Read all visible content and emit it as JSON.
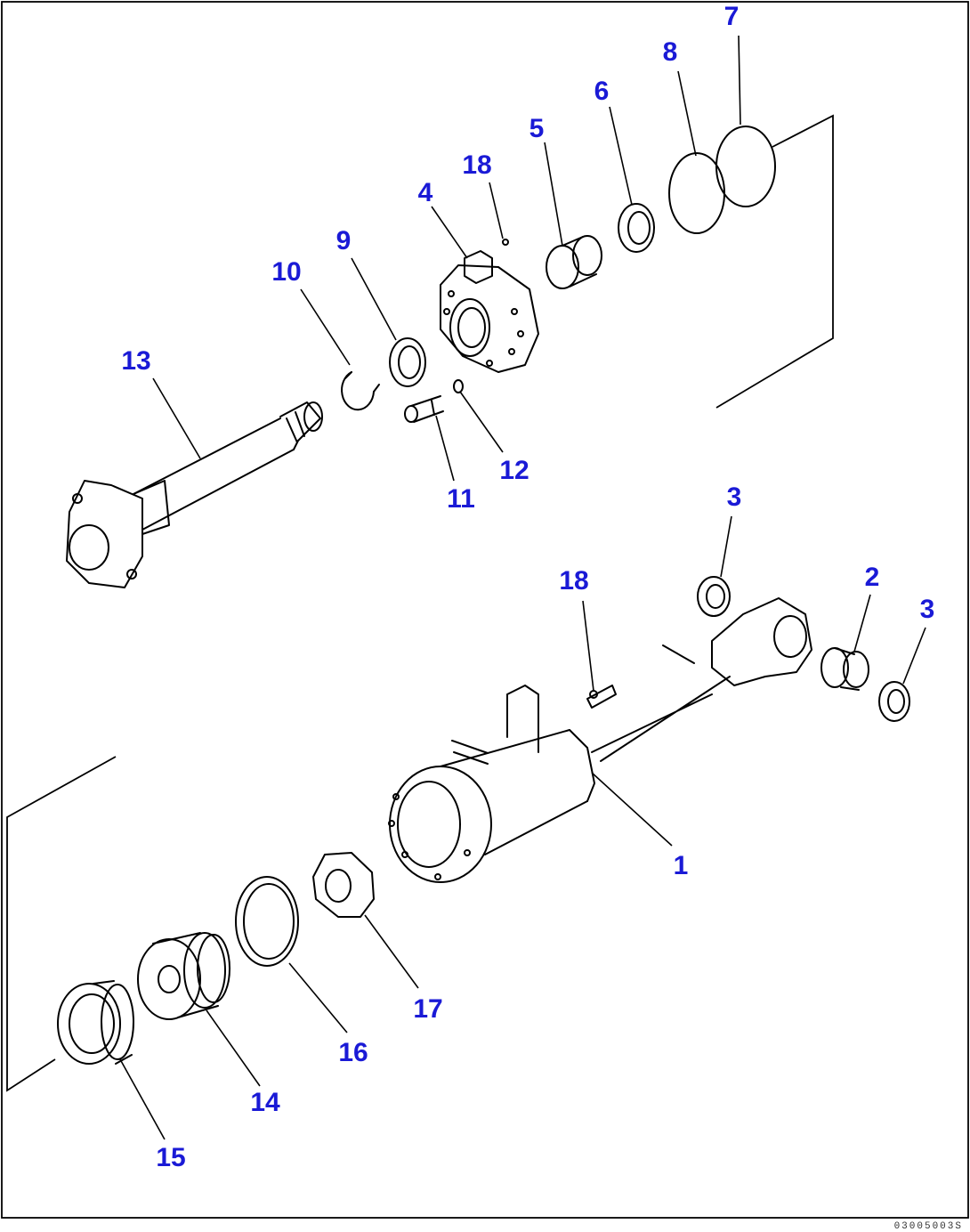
{
  "callouts": {
    "c1": "1",
    "c2": "2",
    "c3a": "3",
    "c3b": "3",
    "c4": "4",
    "c5": "5",
    "c6": "6",
    "c7": "7",
    "c8": "8",
    "c9": "9",
    "c10": "10",
    "c11": "11",
    "c12": "12",
    "c13": "13",
    "c14": "14",
    "c15": "15",
    "c16": "16",
    "c17": "17",
    "c18a": "18",
    "c18b": "18"
  },
  "drawing_code": "03005003S",
  "colors": {
    "callout": "#1a1ad6",
    "line": "#000000",
    "background": "#ffffff"
  }
}
